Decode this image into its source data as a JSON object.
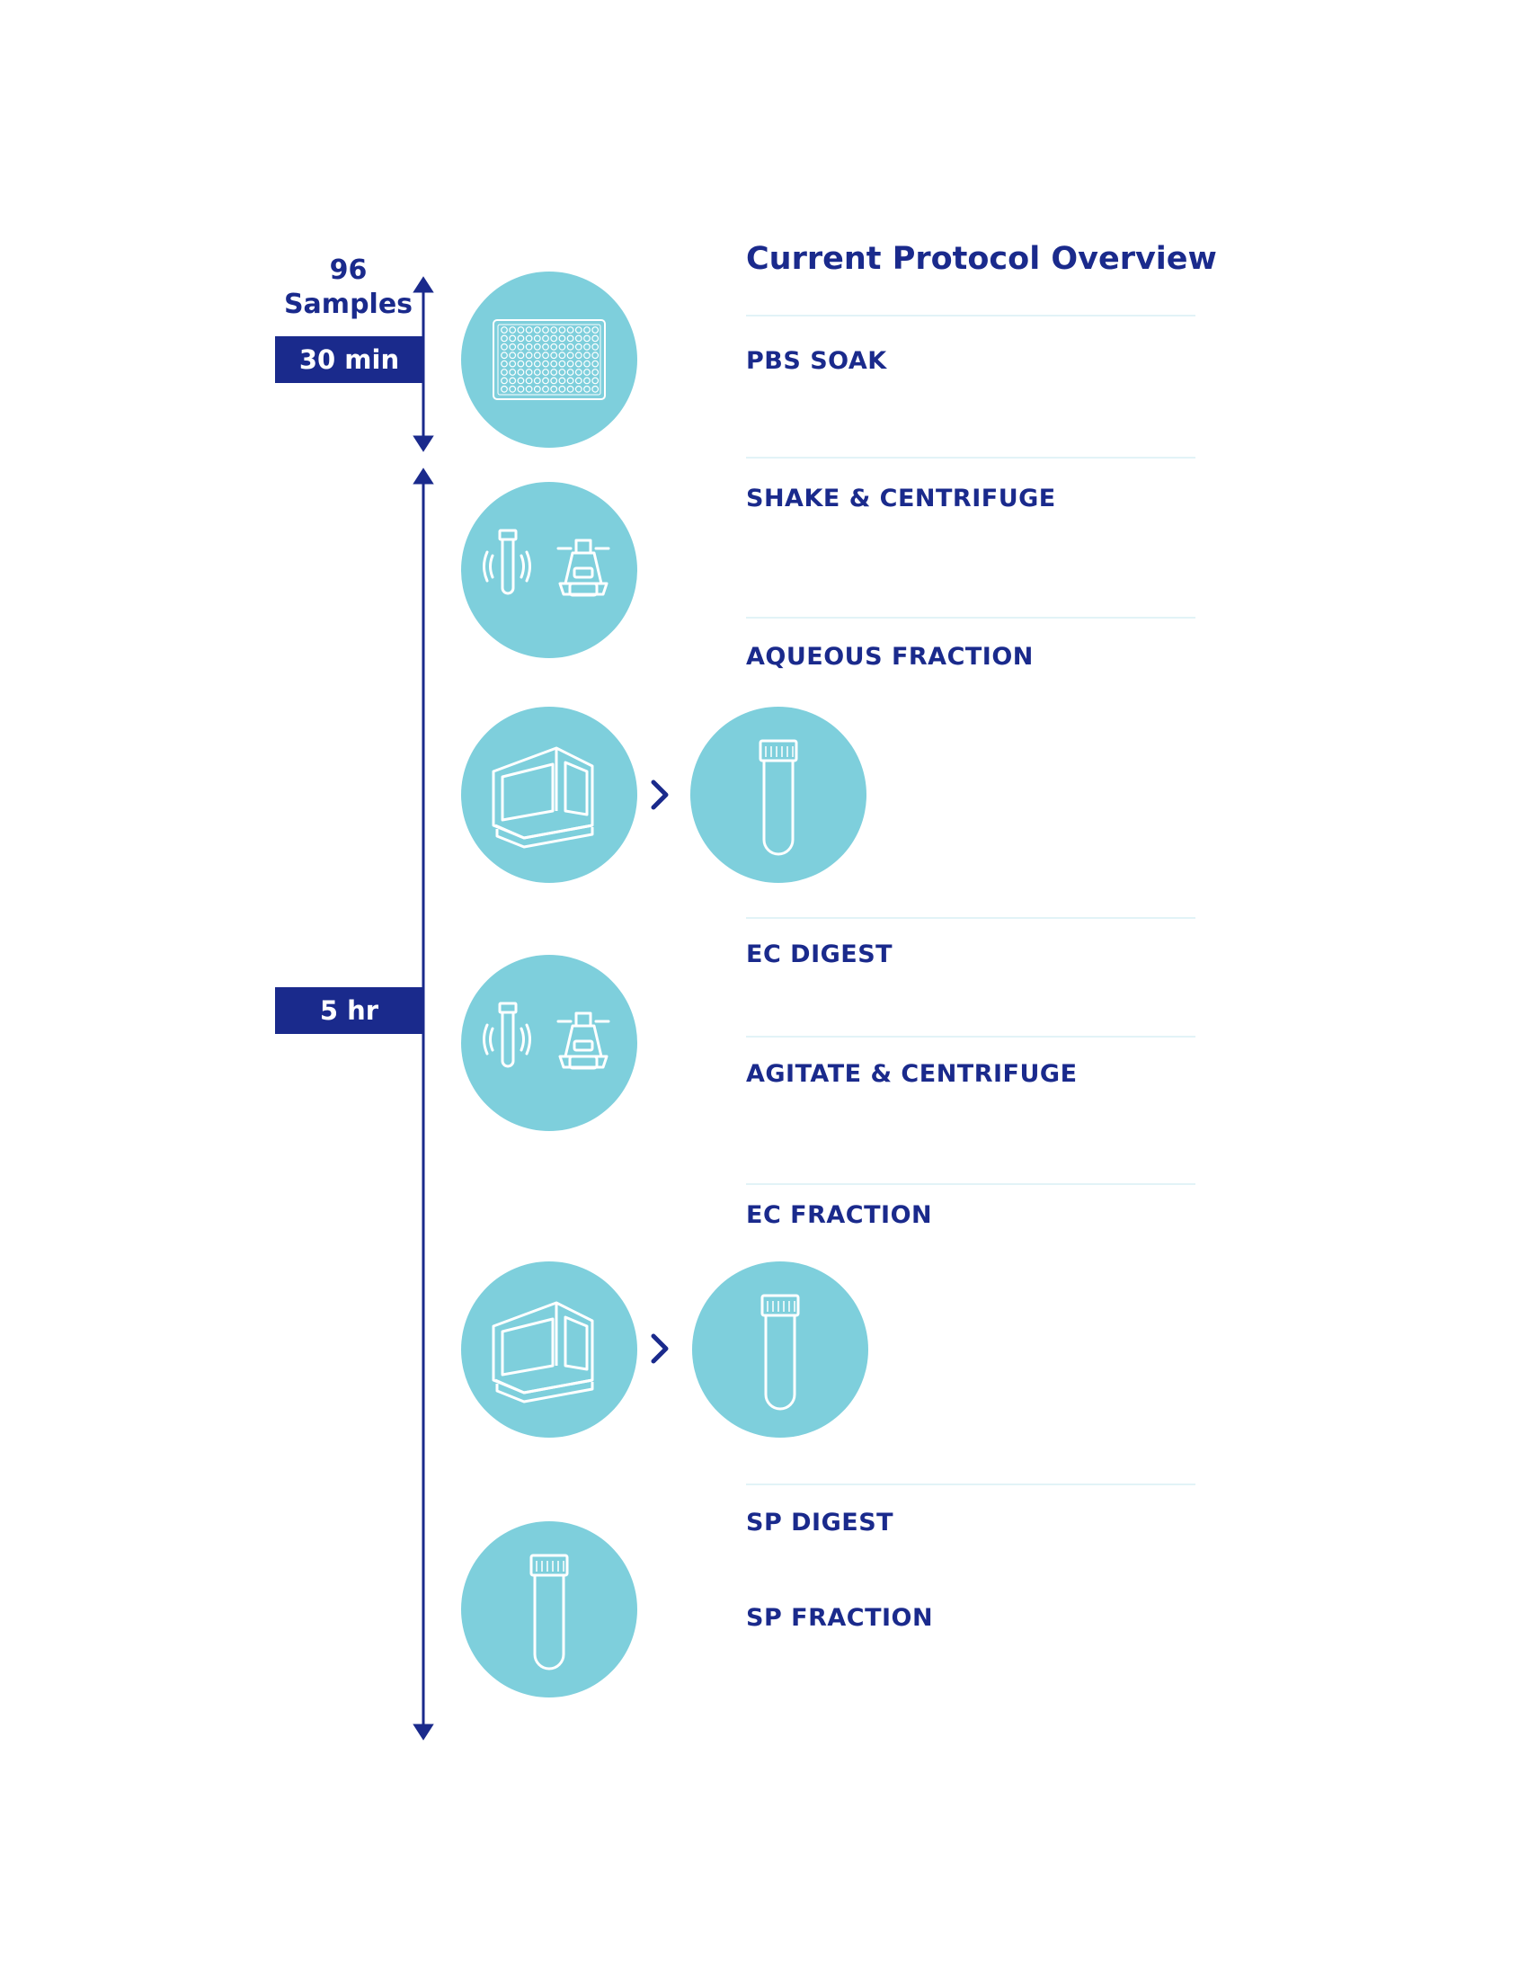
{
  "header": {
    "sample_count": "96",
    "sample_label": "Samples",
    "title": "Current Protocol Overview"
  },
  "timeline": {
    "segments": [
      {
        "duration": "30 min"
      },
      {
        "duration": "5 hr"
      }
    ]
  },
  "steps": [
    {
      "label": "PBS SOAK",
      "icon": "plate-icon"
    },
    {
      "label": "SHAKE & CENTRIFUGE",
      "icon": "shaker-centrifuge-icon"
    },
    {
      "label": "AQUEOUS FRACTION",
      "icon": "instrument-to-tube-icon"
    },
    {
      "label": "EC DIGEST",
      "icon": "shaker-centrifuge-icon"
    },
    {
      "label": "AGITATE & CENTRIFUGE",
      "icon": ""
    },
    {
      "label": "EC FRACTION",
      "icon": "instrument-to-tube-icon"
    },
    {
      "label": "SP DIGEST",
      "icon": "tube-icon"
    },
    {
      "label": "SP FRACTION",
      "icon": ""
    }
  ],
  "colors": {
    "navy": "#1a2a8c",
    "circle_fill": "#7ecfdc",
    "rule": "#e2f3f7"
  }
}
